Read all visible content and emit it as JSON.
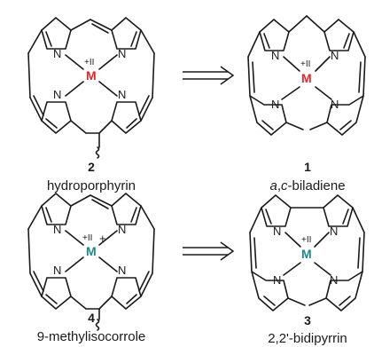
{
  "scheme": {
    "arrow": "retrosynthetic-arrow",
    "compounds": [
      {
        "number": "2",
        "name": "hydroporphyrin",
        "metal_label": "M",
        "oxidation": "+II",
        "charge": "",
        "metal_color": "#e3262b"
      },
      {
        "number": "1",
        "name_italic_a": "a",
        "name_sep": ",",
        "name_italic_c": "c",
        "name_rest": "-biladiene",
        "metal_label": "M",
        "oxidation": "+II",
        "charge": "",
        "metal_color": "#e3262b"
      },
      {
        "number": "4",
        "name": "9-methylisocorrole",
        "metal_label": "M",
        "oxidation": "+II",
        "charge": "+",
        "metal_color": "#1d8a8a"
      },
      {
        "number": "3",
        "name": "2,2'-bidipyrrin",
        "metal_label": "M",
        "oxidation": "+II",
        "charge": "",
        "metal_color": "#1d8a8a"
      }
    ],
    "atoms": {
      "nitrogen": "N"
    }
  }
}
